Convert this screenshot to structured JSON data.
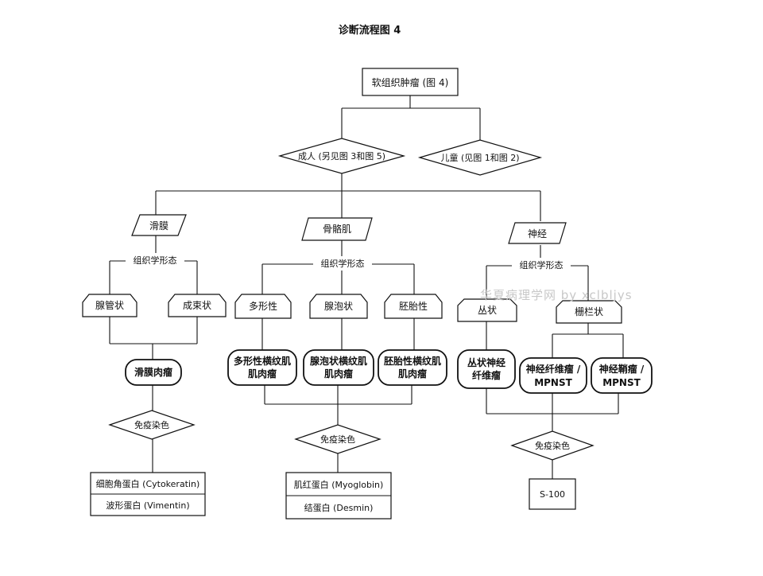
{
  "title": "诊断流程图 4",
  "watermark": "华夏病理学网 by xclbljys",
  "nodes": {
    "root": "软组织肿瘤 (图 4)",
    "adult": "成人 (另见图 3和图 5)",
    "child": "儿童 (见图 1和图 2)",
    "synovial": "滑膜",
    "skeletal": "骨骼肌",
    "nerve": "神经",
    "histo_left": "组织学形态",
    "histo_mid": "组织学形态",
    "histo_right": "组织学形态",
    "glandular": "腺管状",
    "fascicular": "成束状",
    "pleomorphic": "多形性",
    "alveolar": "腺泡状",
    "embryonal": "胚胎性",
    "plexiform": "丛状",
    "palisade": "栅栏状",
    "synovial_sarcoma": "滑膜肉瘤",
    "pleo_rms_1": "多形性横纹肌",
    "pleo_rms_2": "肌肉瘤",
    "alv_rms_1": "腺泡状横纹肌",
    "alv_rms_2": "肌肉瘤",
    "emb_rms_1": "胚胎性横纹肌",
    "emb_rms_2": "肌肉瘤",
    "plex_nf_1": "丛状神经",
    "plex_nf_2": "纤维瘤",
    "nf_mpnst_1": "神经纤维瘤 /",
    "nf_mpnst_2": "MPNST",
    "schw_mpnst_1": "神经鞘瘤 /",
    "schw_mpnst_2": "MPNST",
    "ihc_left": "免疫染色",
    "ihc_mid": "免疫染色",
    "ihc_right": "免疫染色",
    "cytokeratin": "细胞角蛋白 (Cytokeratin)",
    "vimentin": "波形蛋白 (Vimentin)",
    "myoglobin": "肌红蛋白 (Myoglobin)",
    "desmin": "结蛋白 (Desmin)",
    "s100": "S-100"
  }
}
